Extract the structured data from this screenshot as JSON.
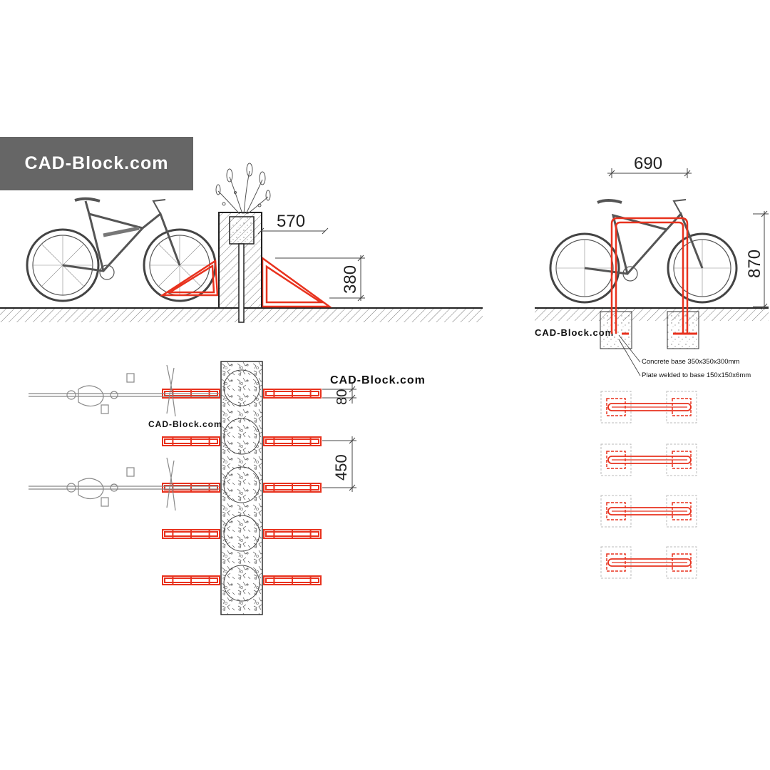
{
  "brand": {
    "banner_text": "CAD-Block.com"
  },
  "watermarks": [
    {
      "text": "CAD-Block.com"
    },
    {
      "text": "CAD-Block.com"
    },
    {
      "text": "CAD-Block.com"
    }
  ],
  "elevation_planter": {
    "dim_width": "570",
    "dim_height": "380"
  },
  "plan_planter": {
    "dim_gap": "80",
    "dim_spacing": "450"
  },
  "elevation_hoop": {
    "dim_width": "690",
    "dim_height": "870",
    "notes": [
      "Concrete base 350x350x300mm",
      "Plate welded to base 150x150x6mm"
    ]
  },
  "colors": {
    "rack_red": "#e8321e",
    "line_black": "#222222",
    "banner_grey": "#666666",
    "bike_grey": "#9a9a9a"
  }
}
